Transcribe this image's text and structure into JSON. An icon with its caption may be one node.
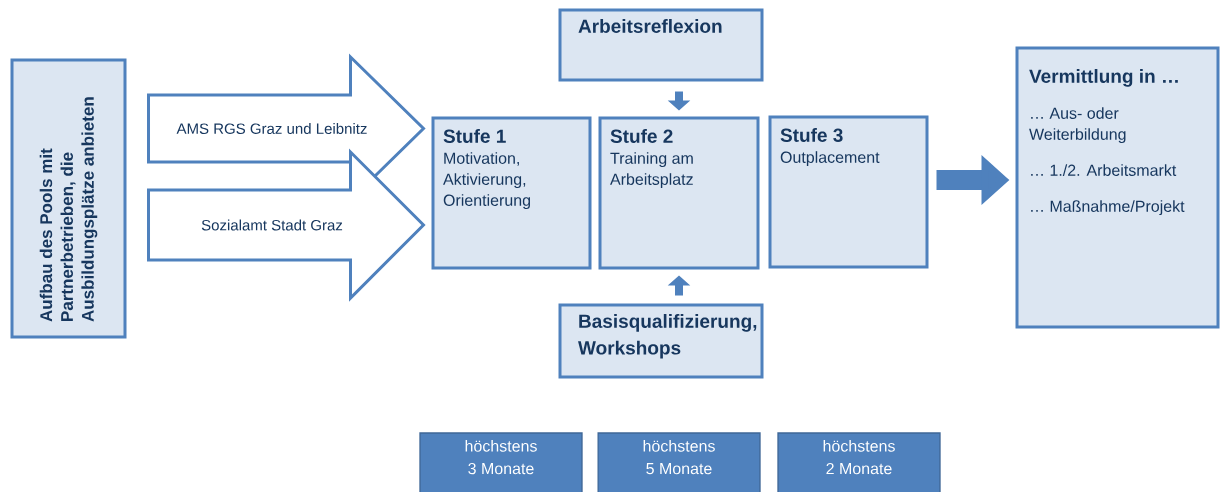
{
  "diagram": {
    "nodes": [
      {
        "text": [
          "Aufbau des Pools mit Partnerbetrieben, die Ausbildungsplätze anbieten"
        ]
      },
      {
        "text": [
          "Arbeitsreflexion"
        ]
      },
      {
        "text": [
          "Stufe 1",
          "Motivation, Aktivierung, Orientierung"
        ]
      },
      {
        "text": [
          "Stufe 2",
          "Training am Arbeitsplatz"
        ]
      },
      {
        "text": [
          "Stufe 3",
          "Outplacement"
        ]
      },
      {
        "text": [
          "Basisqualifizierung, Workshops"
        ]
      },
      {
        "text": [
          "Vermittlung in …",
          "… Aus- oder Weiterbildung",
          "… 1./2. Arbeitsmarkt",
          "… Maßnahme/Projekt"
        ]
      },
      {
        "text": [
          "höchstens 3 Monate"
        ]
      },
      {
        "text": [
          "höchstens 5 Monate"
        ]
      },
      {
        "text": [
          "höchstens 2 Monate"
        ]
      }
    ],
    "edges": [
      {
        "from": 0,
        "to": 2,
        "arrow": "to",
        "label": "AMS RGS Graz und Leibnitz"
      },
      {
        "from": 0,
        "to": 2,
        "arrow": "to",
        "label": "Sozialamt Stadt Graz"
      },
      {
        "from": 1,
        "to": 3,
        "arrow": "to"
      },
      {
        "from": 5,
        "to": 3,
        "arrow": "to"
      },
      {
        "from": 4,
        "to": 6,
        "arrow": "to",
        "style": "thick"
      }
    ]
  }
}
